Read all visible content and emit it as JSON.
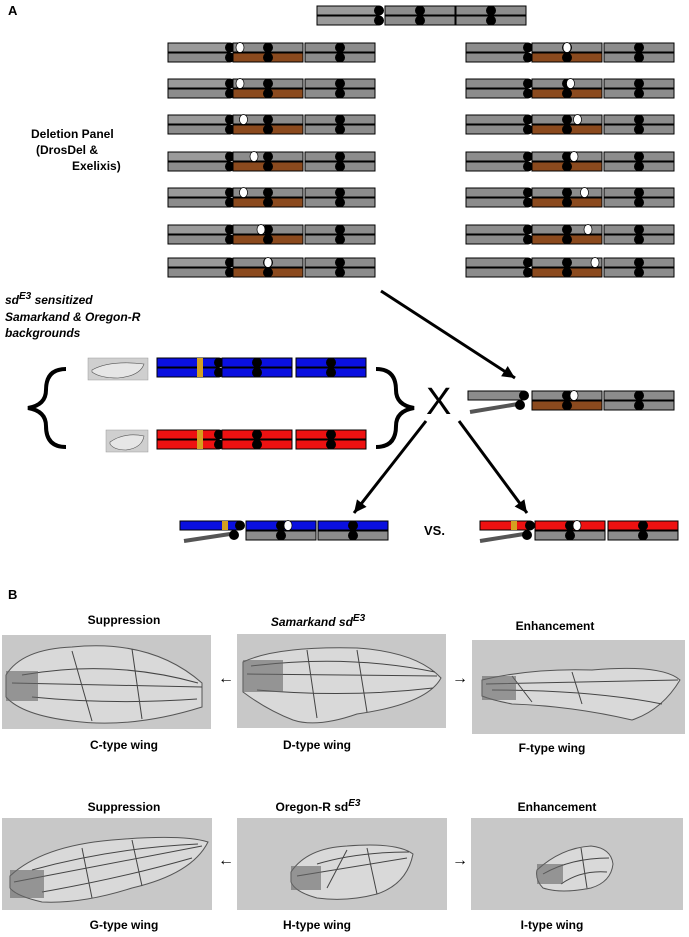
{
  "panel_a": {
    "letter": "A",
    "deletion_panel_label": [
      "Deletion Panel",
      "(DrosDel &",
      "Exelixis)"
    ],
    "sensitized_label": {
      "prefix": "sd",
      "superscript": "E3",
      "rest": " sensitized",
      "line2": "Samarkand & Oregon-R",
      "line3": "backgrounds"
    },
    "cross_symbol": "X",
    "vs_label": "VS.",
    "colors": {
      "chromosome_gray": "#8c8c8c",
      "deletion_brown": "#8b4a1e",
      "samarkand_blue": "#0a10e0",
      "oregon_red": "#ee1111",
      "sd_marker_gold": "#d4a020",
      "centromere": "#000000"
    },
    "left_column_deletion_positions": [
      0.1,
      0.1,
      0.15,
      0.3,
      0.15,
      0.4,
      0.5
    ],
    "right_column_deletion_positions": [
      0.5,
      0.55,
      0.65,
      0.6,
      0.75,
      0.8,
      0.9
    ]
  },
  "panel_b": {
    "letter": "B",
    "rows": [
      {
        "left": {
          "header": "Suppression",
          "caption": "C-type wing",
          "icon": "wing-c-image"
        },
        "center": {
          "header_prefix": "Samarkand sd",
          "header_sup": "E3",
          "caption": "D-type wing",
          "icon": "wing-d-image"
        },
        "right": {
          "header": "Enhancement",
          "caption": "F-type wing",
          "icon": "wing-f-image"
        }
      },
      {
        "left": {
          "header": "Suppression",
          "caption": "G-type wing",
          "icon": "wing-g-image"
        },
        "center": {
          "header_prefix": "Oregon-R sd",
          "header_sup": "E3",
          "caption": "H-type wing",
          "icon": "wing-h-image"
        },
        "right": {
          "header": "Enhancement",
          "caption": "I-type wing",
          "icon": "wing-i-image"
        }
      }
    ],
    "arrow_left": "←",
    "arrow_right": "→"
  }
}
